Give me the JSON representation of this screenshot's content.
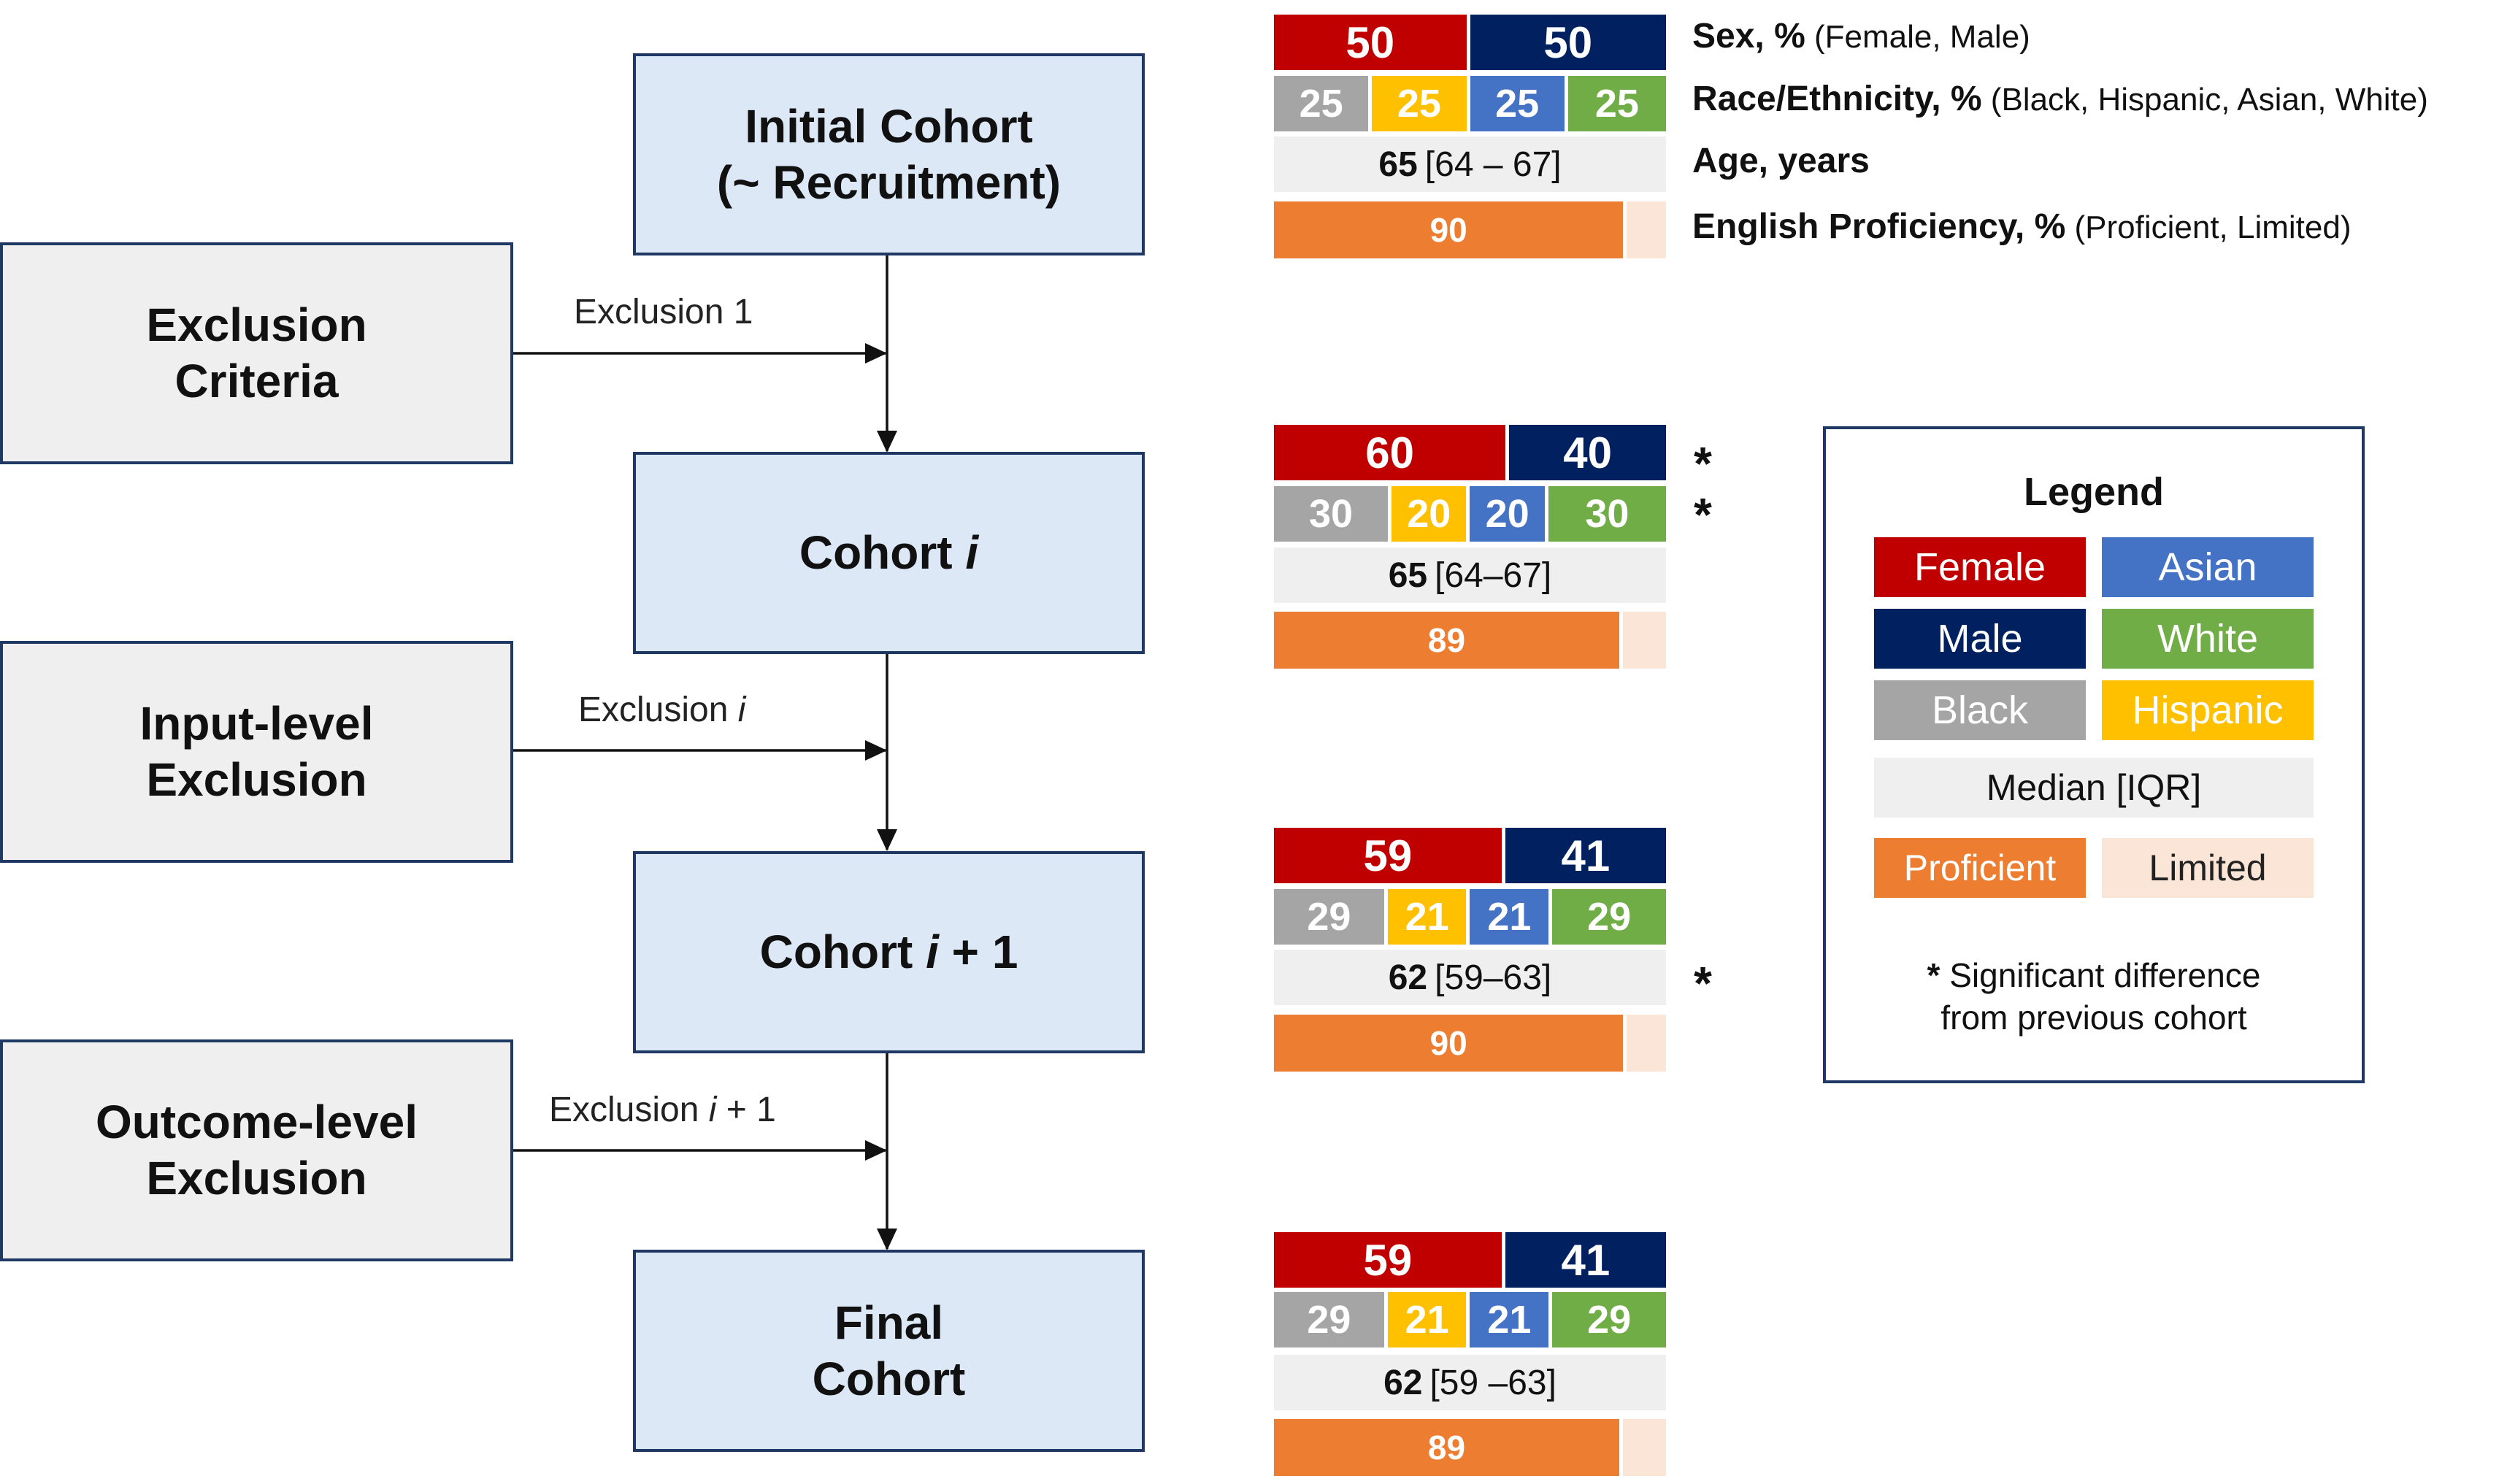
{
  "colors": {
    "female": "#c00000",
    "male": "#002060",
    "black": "#a5a5a5",
    "hispanic": "#ffc000",
    "asian": "#4472c4",
    "white": "#70ad47",
    "proficient": "#ed7d31",
    "limited": "#fbe5d6",
    "median": "#efefef",
    "cohort_fill": "#dce8f5",
    "exclusion_fill": "#efefef",
    "border": "#1f3864"
  },
  "flow": {
    "initial": "Initial Cohort\n(~ Recruitment)",
    "cohort_i_prefix": "Cohort ",
    "cohort_i_var": "i",
    "cohort_i1_prefix": "Cohort ",
    "cohort_i1_var": "i",
    "cohort_i1_suffix": " + 1",
    "final": "Final\nCohort"
  },
  "exclusions": [
    {
      "box": "Exclusion\nCriteria",
      "label_prefix": "Exclusion 1",
      "label_var": "",
      "label_suffix": ""
    },
    {
      "box": "Input-level\nExclusion",
      "label_prefix": "Exclusion ",
      "label_var": "i",
      "label_suffix": ""
    },
    {
      "box": "Outcome-level\nExclusion",
      "label_prefix": "Exclusion ",
      "label_var": "i",
      "label_suffix": " + 1"
    }
  ],
  "row_labels": {
    "sex": "Sex, %",
    "sex_paren": " (Female, Male)",
    "race": "Race/Ethnicity, %",
    "race_paren": " (Black, Hispanic, Asian, White)",
    "age": "Age, years",
    "english": "English Proficiency, %",
    "english_paren": " (Proficient, Limited)"
  },
  "cohorts": [
    {
      "sex": [
        "50",
        "50"
      ],
      "race": [
        "25",
        "25",
        "25",
        "25"
      ],
      "age_median": "65",
      "age_iqr": "[64 – 67]",
      "proficient": "90",
      "stars": [
        "",
        "",
        ""
      ]
    },
    {
      "sex": [
        "60",
        "40"
      ],
      "race": [
        "30",
        "20",
        "20",
        "30"
      ],
      "age_median": "65",
      "age_iqr": "[64–67]",
      "proficient": "89",
      "stars": [
        "*",
        "*",
        ""
      ]
    },
    {
      "sex": [
        "59",
        "41"
      ],
      "race": [
        "29",
        "21",
        "21",
        "29"
      ],
      "age_median": "62",
      "age_iqr": "[59–63]",
      "proficient": "90",
      "stars": [
        "",
        "",
        "*"
      ]
    },
    {
      "sex": [
        "59",
        "41"
      ],
      "race": [
        "29",
        "21",
        "21",
        "29"
      ],
      "age_median": "62",
      "age_iqr": "[59 –63]",
      "proficient": "89",
      "stars": [
        "",
        "",
        ""
      ]
    }
  ],
  "legend": {
    "title": "Legend",
    "female": "Female",
    "asian": "Asian",
    "male": "Male",
    "white": "White",
    "black": "Black",
    "hispanic": "Hispanic",
    "median": "Median [IQR]",
    "proficient": "Proficient",
    "limited": "Limited",
    "note_star": "*",
    "note": " Significant difference\nfrom previous cohort"
  }
}
